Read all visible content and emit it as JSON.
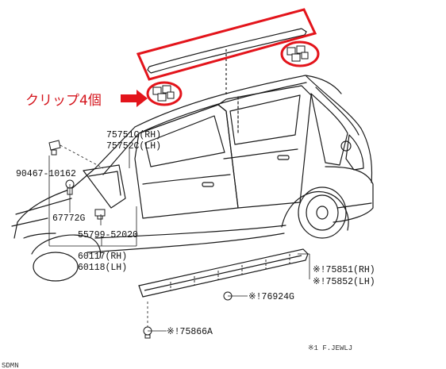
{
  "annotation": {
    "text": "クリップ4個",
    "highlight_color": "#e3141b"
  },
  "parts": [
    {
      "key": "p75751c",
      "text": "75751C(RH)"
    },
    {
      "key": "p75752c",
      "text": "75752C(LH)"
    },
    {
      "key": "p90467",
      "text": "90467-10162"
    },
    {
      "key": "p67772g",
      "text": "67772G"
    },
    {
      "key": "p55799",
      "text": "55799-52020"
    },
    {
      "key": "p60117",
      "text": "60117(RH)"
    },
    {
      "key": "p60118",
      "text": "60118(LH)"
    },
    {
      "key": "p75851",
      "text": "※!75851(RH)"
    },
    {
      "key": "p75852",
      "text": "※!75852(LH)"
    },
    {
      "key": "p76924g",
      "text": "※!76924G"
    },
    {
      "key": "p75866a",
      "text": "※!75866A"
    }
  ],
  "footnote": "※1 F.JEWLJ",
  "corner_code": "SDMN"
}
